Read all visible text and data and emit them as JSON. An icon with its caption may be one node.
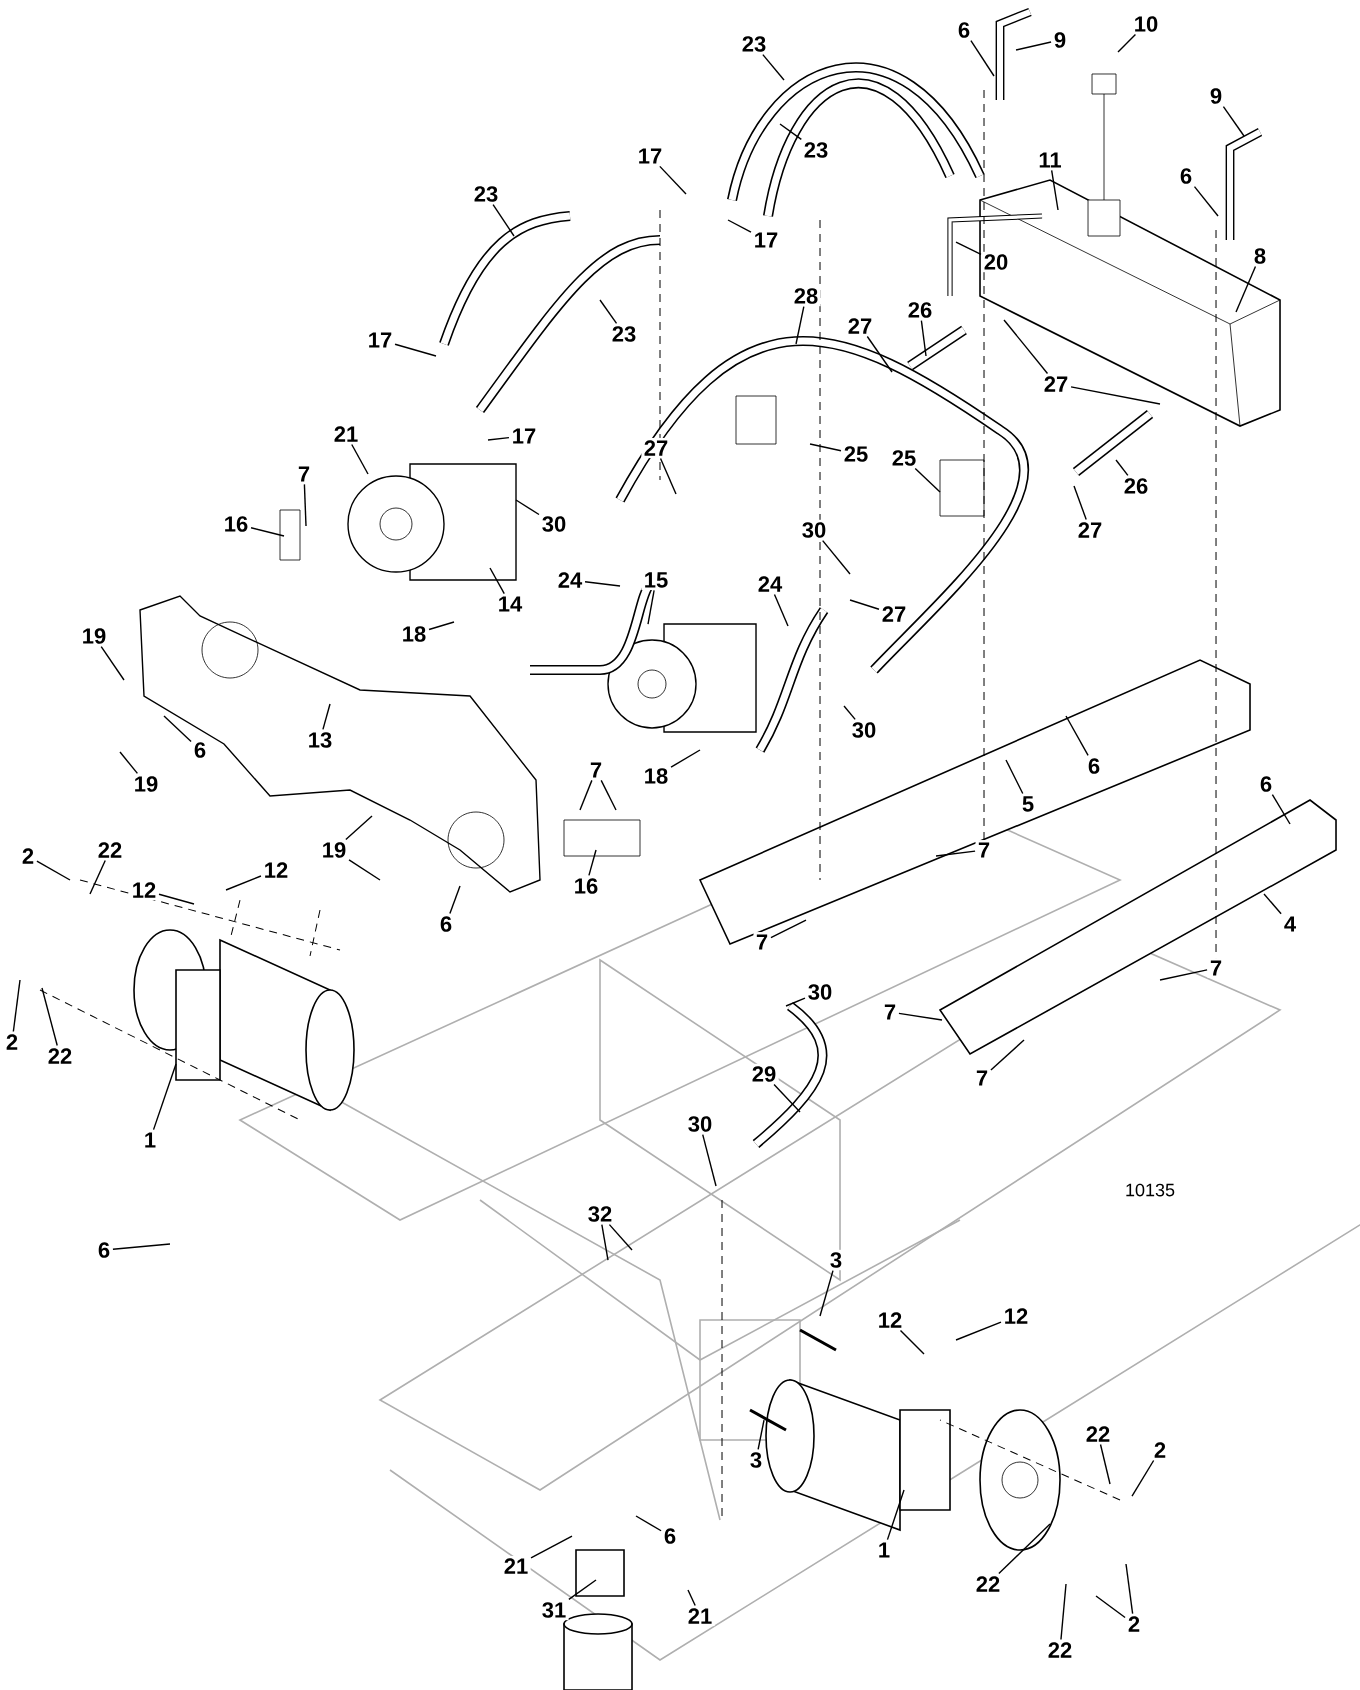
{
  "diagram": {
    "nodes": [
      {
        "text": [
          "6"
        ]
      },
      {
        "text": [
          "9"
        ]
      },
      {
        "text": [
          "10"
        ]
      },
      {
        "text": [
          "23"
        ]
      },
      {
        "text": [
          "9"
        ]
      },
      {
        "text": [
          "17"
        ]
      },
      {
        "text": [
          "23"
        ]
      },
      {
        "text": [
          "11"
        ]
      },
      {
        "text": [
          "6"
        ]
      },
      {
        "text": [
          "23"
        ]
      },
      {
        "text": [
          "17"
        ]
      },
      {
        "text": [
          "20"
        ]
      },
      {
        "text": [
          "8"
        ]
      },
      {
        "text": [
          "28"
        ]
      },
      {
        "text": [
          "26"
        ]
      },
      {
        "text": [
          "27"
        ]
      },
      {
        "text": [
          "23"
        ]
      },
      {
        "text": [
          "17"
        ]
      },
      {
        "text": [
          "27"
        ]
      },
      {
        "text": [
          "17"
        ]
      },
      {
        "text": [
          "21"
        ]
      },
      {
        "text": [
          "27"
        ]
      },
      {
        "text": [
          "25"
        ]
      },
      {
        "text": [
          "25"
        ]
      },
      {
        "text": [
          "7"
        ]
      },
      {
        "text": [
          "26"
        ]
      },
      {
        "text": [
          "16"
        ]
      },
      {
        "text": [
          "30"
        ]
      },
      {
        "text": [
          "27"
        ]
      },
      {
        "text": [
          "30"
        ]
      },
      {
        "text": [
          "24"
        ]
      },
      {
        "text": [
          "15"
        ]
      },
      {
        "text": [
          "24"
        ]
      },
      {
        "text": [
          "14"
        ]
      },
      {
        "text": [
          "27"
        ]
      },
      {
        "text": [
          "18"
        ]
      },
      {
        "text": [
          "19"
        ]
      },
      {
        "text": [
          "30"
        ]
      },
      {
        "text": [
          "13"
        ]
      },
      {
        "text": [
          "6"
        ]
      },
      {
        "text": [
          "6"
        ]
      },
      {
        "text": [
          "7"
        ]
      },
      {
        "text": [
          "18"
        ]
      },
      {
        "text": [
          "19"
        ]
      },
      {
        "text": [
          "6"
        ]
      },
      {
        "text": [
          "5"
        ]
      },
      {
        "text": [
          "7"
        ]
      },
      {
        "text": [
          "19"
        ]
      },
      {
        "text": [
          "2"
        ]
      },
      {
        "text": [
          "22"
        ]
      },
      {
        "text": [
          "12"
        ]
      },
      {
        "text": [
          "12"
        ]
      },
      {
        "text": [
          "16"
        ]
      },
      {
        "text": [
          "6"
        ]
      },
      {
        "text": [
          "4"
        ]
      },
      {
        "text": [
          "7"
        ]
      },
      {
        "text": [
          "7"
        ]
      },
      {
        "text": [
          "30"
        ]
      },
      {
        "text": [
          "7"
        ]
      },
      {
        "text": [
          "2"
        ]
      },
      {
        "text": [
          "22"
        ]
      },
      {
        "text": [
          "7"
        ]
      },
      {
        "text": [
          "29"
        ]
      },
      {
        "text": [
          "30"
        ]
      },
      {
        "text": [
          "1"
        ]
      },
      {
        "text": [
          "32"
        ]
      },
      {
        "text": [
          "6"
        ]
      },
      {
        "text": [
          "3"
        ]
      },
      {
        "text": [
          "12"
        ]
      },
      {
        "text": [
          "12"
        ]
      },
      {
        "text": [
          "22"
        ]
      },
      {
        "text": [
          "2"
        ]
      },
      {
        "text": [
          "3"
        ]
      },
      {
        "text": [
          "6"
        ]
      },
      {
        "text": [
          "1"
        ]
      },
      {
        "text": [
          "21"
        ]
      },
      {
        "text": [
          "22"
        ]
      },
      {
        "text": [
          "31"
        ]
      },
      {
        "text": [
          "21"
        ]
      },
      {
        "text": [
          "2"
        ]
      },
      {
        "text": [
          "22"
        ]
      }
    ],
    "edges": [
      {
        "from": 0,
        "to": null,
        "arrow": "none"
      },
      {
        "from": 1,
        "to": null,
        "arrow": "none"
      },
      {
        "from": 2,
        "to": null,
        "arrow": "none"
      },
      {
        "from": 3,
        "to": null,
        "arrow": "none"
      },
      {
        "from": 4,
        "to": null,
        "arrow": "none"
      },
      {
        "from": 5,
        "to": null,
        "arrow": "none"
      },
      {
        "from": 6,
        "to": null,
        "arrow": "none"
      },
      {
        "from": 7,
        "to": null,
        "arrow": "none"
      },
      {
        "from": 8,
        "to": null,
        "arrow": "none"
      },
      {
        "from": 9,
        "to": null,
        "arrow": "none"
      },
      {
        "from": 10,
        "to": null,
        "arrow": "none"
      },
      {
        "from": 11,
        "to": null,
        "arrow": "none"
      },
      {
        "from": 12,
        "to": null,
        "arrow": "none"
      },
      {
        "from": 13,
        "to": null,
        "arrow": "none"
      },
      {
        "from": 14,
        "to": null,
        "arrow": "none"
      },
      {
        "from": 15,
        "to": null,
        "arrow": "none"
      },
      {
        "from": 16,
        "to": null,
        "arrow": "none"
      },
      {
        "from": 17,
        "to": null,
        "arrow": "none"
      },
      {
        "from": 18,
        "to": null,
        "arrow": "none"
      },
      {
        "from": 18,
        "to": null,
        "arrow": "none"
      },
      {
        "from": 19,
        "to": null,
        "arrow": "none"
      },
      {
        "from": 20,
        "to": null,
        "arrow": "none"
      },
      {
        "from": 21,
        "to": null,
        "arrow": "none"
      },
      {
        "from": 22,
        "to": null,
        "arrow": "none"
      },
      {
        "from": 23,
        "to": null,
        "arrow": "none"
      },
      {
        "from": 24,
        "to": null,
        "arrow": "none"
      },
      {
        "from": 25,
        "to": null,
        "arrow": "none"
      },
      {
        "from": 26,
        "to": null,
        "arrow": "none"
      },
      {
        "from": 27,
        "to": null,
        "arrow": "none"
      },
      {
        "from": 28,
        "to": null,
        "arrow": "none"
      },
      {
        "from": 29,
        "to": null,
        "arrow": "none"
      },
      {
        "from": 30,
        "to": null,
        "arrow": "none"
      },
      {
        "from": 31,
        "to": null,
        "arrow": "none"
      },
      {
        "from": 32,
        "to": null,
        "arrow": "none"
      },
      {
        "from": 33,
        "to": null,
        "arrow": "none"
      },
      {
        "from": 34,
        "to": null,
        "arrow": "none"
      },
      {
        "from": 35,
        "to": null,
        "arrow": "none"
      },
      {
        "from": 36,
        "to": null,
        "arrow": "none"
      },
      {
        "from": 37,
        "to": null,
        "arrow": "none"
      },
      {
        "from": 38,
        "to": null,
        "arrow": "none"
      },
      {
        "from": 39,
        "to": null,
        "arrow": "none"
      },
      {
        "from": 40,
        "to": null,
        "arrow": "none"
      },
      {
        "from": 41,
        "to": null,
        "arrow": "none"
      },
      {
        "from": 41,
        "to": null,
        "arrow": "none"
      },
      {
        "from": 42,
        "to": null,
        "arrow": "none"
      },
      {
        "from": 43,
        "to": null,
        "arrow": "none"
      },
      {
        "from": 44,
        "to": null,
        "arrow": "none"
      },
      {
        "from": 45,
        "to": null,
        "arrow": "none"
      },
      {
        "from": 46,
        "to": null,
        "arrow": "none"
      },
      {
        "from": 47,
        "to": null,
        "arrow": "none"
      },
      {
        "from": 47,
        "to": null,
        "arrow": "none"
      },
      {
        "from": 48,
        "to": null,
        "arrow": "none"
      },
      {
        "from": 49,
        "to": null,
        "arrow": "none"
      },
      {
        "from": 50,
        "to": null,
        "arrow": "none"
      },
      {
        "from": 51,
        "to": null,
        "arrow": "none"
      },
      {
        "from": 52,
        "to": null,
        "arrow": "none"
      },
      {
        "from": 53,
        "to": null,
        "arrow": "none"
      },
      {
        "from": 54,
        "to": null,
        "arrow": "none"
      },
      {
        "from": 55,
        "to": null,
        "arrow": "none"
      },
      {
        "from": 56,
        "to": null,
        "arrow": "none"
      },
      {
        "from": 57,
        "to": null,
        "arrow": "none"
      },
      {
        "from": 58,
        "to": null,
        "arrow": "none"
      },
      {
        "from": 59,
        "to": null,
        "arrow": "none"
      },
      {
        "from": 60,
        "to": null,
        "arrow": "none"
      },
      {
        "from": 61,
        "to": null,
        "arrow": "none"
      },
      {
        "from": 62,
        "to": null,
        "arrow": "none"
      },
      {
        "from": 63,
        "to": null,
        "arrow": "none"
      },
      {
        "from": 64,
        "to": null,
        "arrow": "none"
      },
      {
        "from": 65,
        "to": null,
        "arrow": "none"
      },
      {
        "from": 65,
        "to": null,
        "arrow": "none"
      },
      {
        "from": 66,
        "to": null,
        "arrow": "none"
      },
      {
        "from": 67,
        "to": null,
        "arrow": "none"
      },
      {
        "from": 68,
        "to": null,
        "arrow": "none"
      },
      {
        "from": 69,
        "to": null,
        "arrow": "none"
      },
      {
        "from": 70,
        "to": null,
        "arrow": "none"
      },
      {
        "from": 71,
        "to": null,
        "arrow": "none"
      },
      {
        "from": 72,
        "to": null,
        "arrow": "none"
      },
      {
        "from": 73,
        "to": null,
        "arrow": "none"
      },
      {
        "from": 74,
        "to": null,
        "arrow": "none"
      },
      {
        "from": 75,
        "to": null,
        "arrow": "none"
      },
      {
        "from": 76,
        "to": null,
        "arrow": "none"
      },
      {
        "from": 77,
        "to": null,
        "arrow": "none"
      },
      {
        "from": 78,
        "to": null,
        "arrow": "none"
      },
      {
        "from": 79,
        "to": null,
        "arrow": "none"
      },
      {
        "from": 79,
        "to": null,
        "arrow": "none"
      },
      {
        "from": 80,
        "to": null,
        "arrow": "none"
      }
    ],
    "labels": [
      "10135"
    ]
  }
}
